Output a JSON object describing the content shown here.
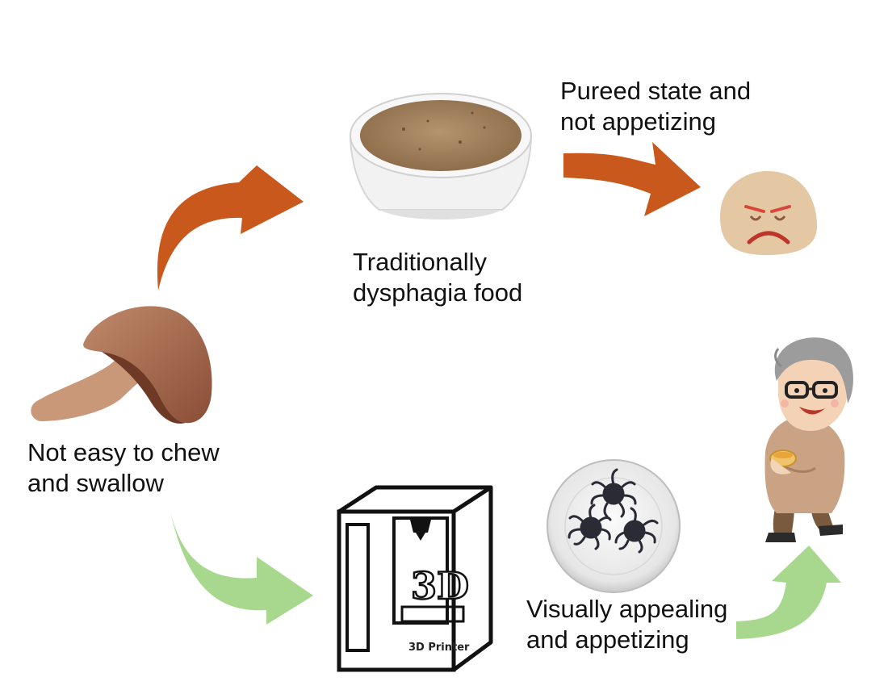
{
  "labels": {
    "traditional_food": "Traditionally\ndysphagia food",
    "pureed": "Pureed  state and\nnot appetizing",
    "not_easy": "Not easy to chew\nand swallow",
    "visual": "Visually appealing\nand appetizing"
  },
  "printer": {
    "logo": "3D",
    "caption": "3D Printer"
  },
  "colors": {
    "orange_arrow": "#C8581C",
    "green_arrow": "#A8D88E",
    "puree": "#9E7E5C",
    "mushroom": "#A8684A",
    "sad_face": "#E3C8A3"
  },
  "icons": [
    "mushroom-icon",
    "puree-bowl-icon",
    "sad-face-icon",
    "printer-icon",
    "printed-food-plate-icon",
    "elderly-man-icon"
  ]
}
